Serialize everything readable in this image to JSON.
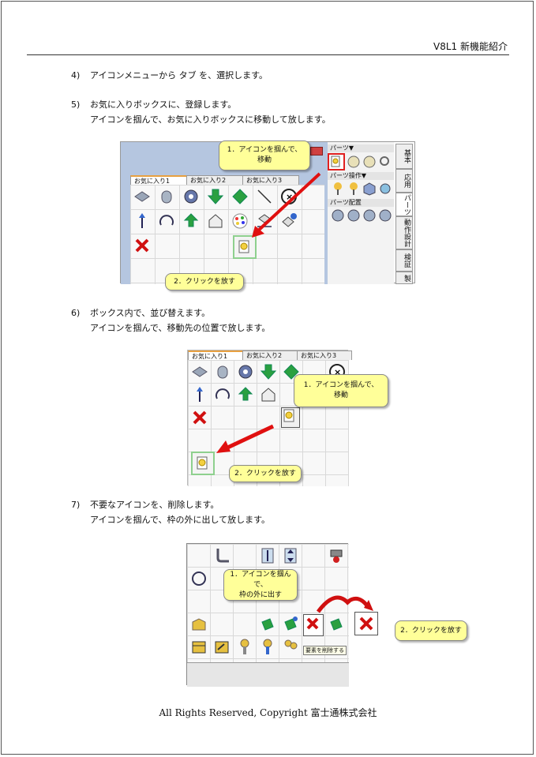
{
  "header": {
    "title": "V8L1 新機能紹介"
  },
  "steps": [
    {
      "num": "4)",
      "line1": "アイコンメニューから タブ を、選択します。"
    },
    {
      "num": "5)",
      "line1": "お気に入りボックスに、登録します。",
      "line2": "アイコンを掴んで、お気に入りボックスに移動して放します。"
    },
    {
      "num": "6)",
      "line1": "ボックス内で、並び替えます。",
      "line2": "アイコンを掴んで、移動先の位置で放します。"
    },
    {
      "num": "7)",
      "line1": "不要なアイコンを、削除します。",
      "line2": "アイコンを掴んで、枠の外に出して放します。"
    }
  ],
  "fig1": {
    "tabs": [
      "お気に入り1",
      "お気に入り2",
      "お気に入り3"
    ],
    "callout1": {
      "line1": "1．アイコンを掴んで、",
      "line2": "移動"
    },
    "callout2": "2．クリックを放す",
    "panel": {
      "head1": "パーツ▼",
      "head2": "パーツ操作▼",
      "head3": "パーツ配置"
    },
    "vtabs": [
      "基本",
      "応用",
      "パーツ",
      "動作設計",
      "検証",
      "製"
    ]
  },
  "fig2": {
    "tabs": [
      "お気に入り1",
      "お気に入り2",
      "お気に入り3"
    ],
    "callout1": {
      "line1": "1．アイコンを掴んで、",
      "line2": "移動"
    },
    "callout2": "2．クリックを放す"
  },
  "fig3": {
    "callout1": {
      "line1": "1．アイコンを掴んで、",
      "line2": "枠の外に出す"
    },
    "callout2": "2．クリックを放す",
    "tooltip": "要素を削除する"
  },
  "footer": {
    "text": "All Rights Reserved, Copyright 富士通株式会社"
  }
}
